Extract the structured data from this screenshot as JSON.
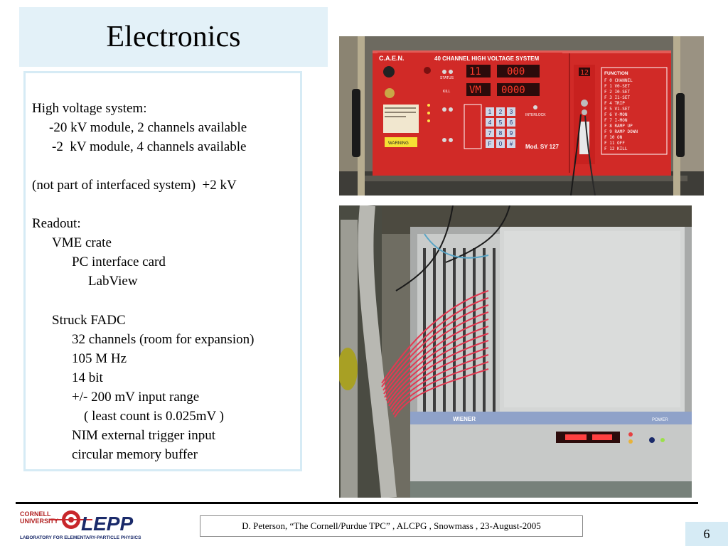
{
  "slide": {
    "title": "Electronics",
    "page_number": "6",
    "citation": "D. Peterson,  “The Cornell/Purdue TPC” ,  ALCPG , Snowmass , 23-August-2005"
  },
  "content": {
    "lines": [
      "High voltage system:",
      "-20 kV module, 2 channels available",
      "-2  kV module, 4 channels available",
      "(not part of interfaced system)  +2 kV",
      "Readout:",
      "VME crate",
      "PC interface card",
      "LabView",
      "Struck FADC",
      "32 channels (room for expansion)",
      "105 M Hz",
      "14 bit",
      "+/- 200 mV input range",
      "( least count is 0.025mV )",
      "NIM external trigger input",
      "circular memory buffer"
    ]
  },
  "logo": {
    "cornell": "CORNELL",
    "university": "UNIVERSITY",
    "lepp": "LEPP",
    "subtitle": "LABORATORY FOR ELEMENTARY-PARTICLE PHYSICS"
  },
  "hv_unit": {
    "brand": "C.A.E.N.",
    "header": "40  CHANNEL  HIGH  VOLTAGE  SYSTEM",
    "model": "Mod.  SY 127",
    "function_label": "FUNCTION",
    "function_list": [
      "F  0  CHANNEL",
      "F  1  V0-SET",
      "F  2  I0-SET",
      "F  3  I1-SET",
      "F  4  TRIP",
      "F  5  V1-SET",
      "F  6  V-MON",
      "F  7  I-MON",
      "F  8  RAMP UP",
      "F  9  RAMP DOWN",
      "F 10  ON",
      "F 11  OFF",
      "F 12  KILL"
    ],
    "keypad": [
      "1",
      "2",
      "3",
      "4",
      "5",
      "6",
      "7",
      "8",
      "9",
      "F",
      "0",
      "#"
    ],
    "display_channel": "11",
    "display_value": "000",
    "display_mode": "VM",
    "display_reading": "0000",
    "small_display": "12",
    "warning": "WARNING",
    "interlock": "INTERLOCK",
    "status": "STATUS",
    "kill": "KILL"
  },
  "crate": {
    "brand": "WIENER",
    "power_label": "POWER"
  }
}
